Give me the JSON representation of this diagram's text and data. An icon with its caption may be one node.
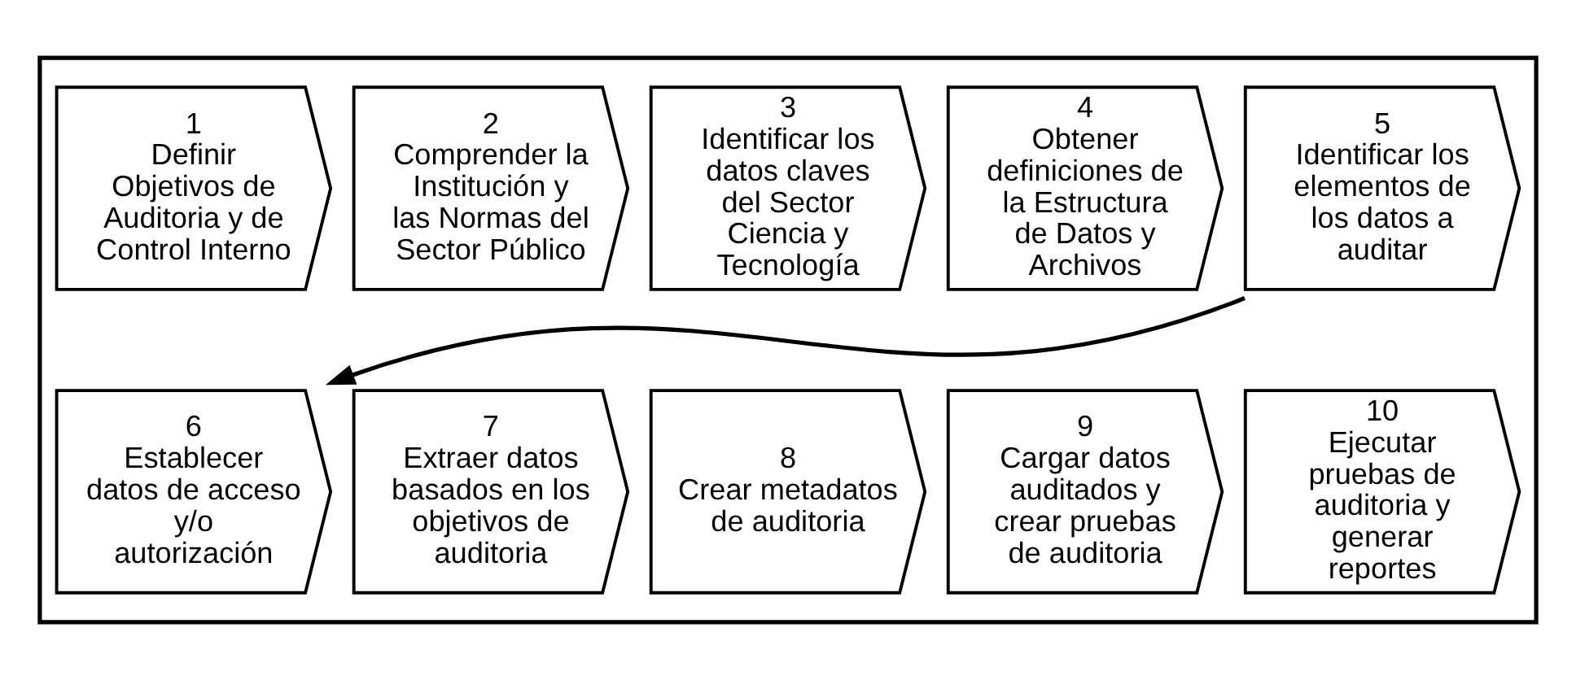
{
  "diagram": {
    "nodes": [
      {
        "text": [],
        "shape": "box"
      },
      {
        "text": [
          "1",
          "Definir Objetivos de Auditoria y de Control Interno"
        ],
        "in": 0
      },
      {
        "text": [
          "2",
          "Comprender la Institución y las Normas del Sector Público"
        ],
        "in": 0
      },
      {
        "text": [
          "3",
          "Identificar los datos claves del Sector Ciencia y Tecnología"
        ],
        "in": 0
      },
      {
        "text": [
          "4",
          "Obtener definiciones de la Estructura de Datos y Archivos"
        ],
        "in": 0
      },
      {
        "text": [
          "5",
          "Identificar los elementos de los datos a auditar"
        ],
        "in": 0
      },
      {
        "text": [
          "6",
          "Establecer datos de acceso y/o autorización"
        ],
        "in": 0
      },
      {
        "text": [
          "7",
          "Extraer datos basados en los objetivos de auditoria"
        ],
        "in": 0
      },
      {
        "text": [
          "8",
          "Crear metadatos de auditoria"
        ],
        "in": 0
      },
      {
        "text": [
          "9",
          "Cargar datos auditados y crear pruebas de auditoria"
        ],
        "in": 0
      },
      {
        "text": [
          "10",
          "Ejecutar pruebas de auditoria y generar reportes"
        ],
        "in": 0
      }
    ],
    "edges": [
      {
        "from": 5,
        "to": 6,
        "arrow": "to"
      }
    ]
  }
}
